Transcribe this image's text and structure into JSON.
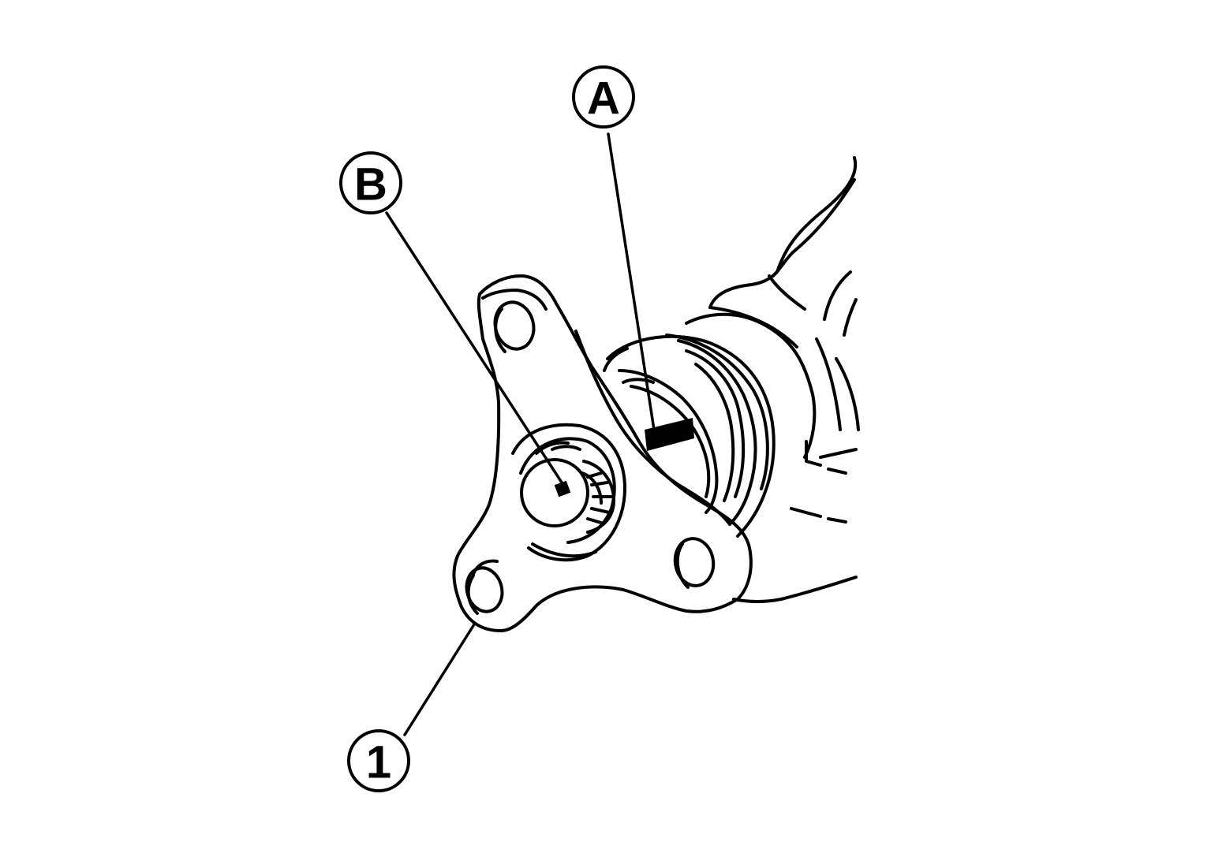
{
  "colors": {
    "line": "#000000",
    "background": "#ffffff"
  },
  "callouts": {
    "a": "A",
    "b": "B",
    "one": "1"
  }
}
